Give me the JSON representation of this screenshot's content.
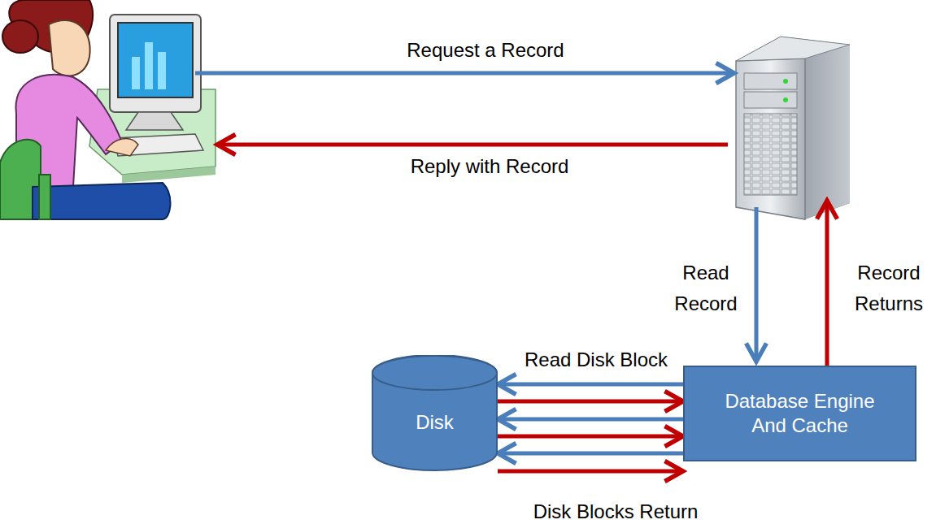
{
  "diagram": {
    "nodes": [
      {
        "text": [
          "Disk"
        ]
      },
      {
        "text": [
          "Database Engine And Cache"
        ]
      }
    ],
    "edges": [
      {
        "from": 1,
        "to": 0,
        "arrow": "to",
        "label": "Read Disk Block"
      },
      {
        "from": 0,
        "to": 1,
        "arrow": "to"
      },
      {
        "from": 1,
        "to": 0,
        "arrow": "to"
      },
      {
        "from": 0,
        "to": 1,
        "arrow": "to"
      },
      {
        "from": 1,
        "to": 0,
        "arrow": "to"
      },
      {
        "from": 0,
        "to": 1,
        "arrow": "to",
        "label": "Disk Blocks Return"
      }
    ],
    "labels": [
      "Request a Record",
      "Reply with Record",
      "Read Record",
      "Record Returns"
    ]
  }
}
